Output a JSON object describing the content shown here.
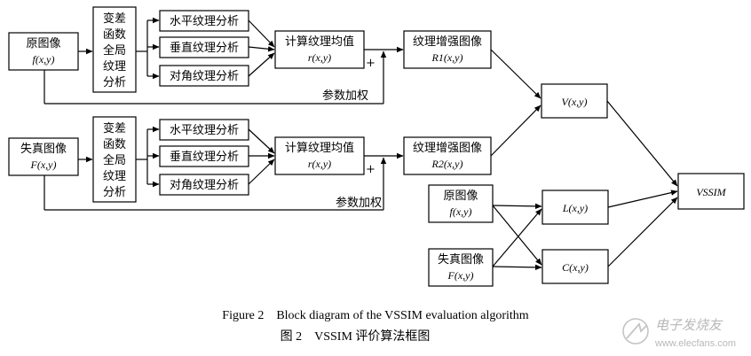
{
  "row1": {
    "input_title": "原图像",
    "input_fn": "f(x,y)",
    "variance_lines": [
      "变差",
      "函数",
      "全局",
      "纹理",
      "分析"
    ],
    "horizontal": "水平纹理分析",
    "vertical": "垂直纹理分析",
    "diagonal": "对角纹理分析",
    "mean_title": "计算纹理均值",
    "mean_fn": "r(x,y)",
    "plus": "+",
    "weight": "参数加权",
    "enh_title": "纹理增强图像",
    "enh_fn": "R1(x,y)"
  },
  "row2": {
    "input_title": "失真图像",
    "input_fn": "F(x,y)",
    "variance_lines": [
      "变差",
      "函数",
      "全局",
      "纹理",
      "分析"
    ],
    "horizontal": "水平纹理分析",
    "vertical": "垂直纹理分析",
    "diagonal": "对角纹理分析",
    "mean_title": "计算纹理均值",
    "mean_fn": "r(x,y)",
    "plus": "+",
    "weight": "参数加权",
    "enh_title": "纹理增强图像",
    "enh_fn": "R2(x,y)"
  },
  "lower": {
    "orig_title": "原图像",
    "orig_fn": "f(x,y)",
    "dist_title": "失真图像",
    "dist_fn": "F(x,y)",
    "l_fn": "L(x,y)",
    "c_fn": "C(x,y)"
  },
  "v_fn": "V(x,y)",
  "output": "VSSIM",
  "caption_en": "Figure 2    Block diagram of the VSSIM evaluation algorithm",
  "caption_cn": "图 2    VSSIM 评价算法框图",
  "watermark_cn": "电子发烧友",
  "watermark_url": "www.elecfans.com"
}
